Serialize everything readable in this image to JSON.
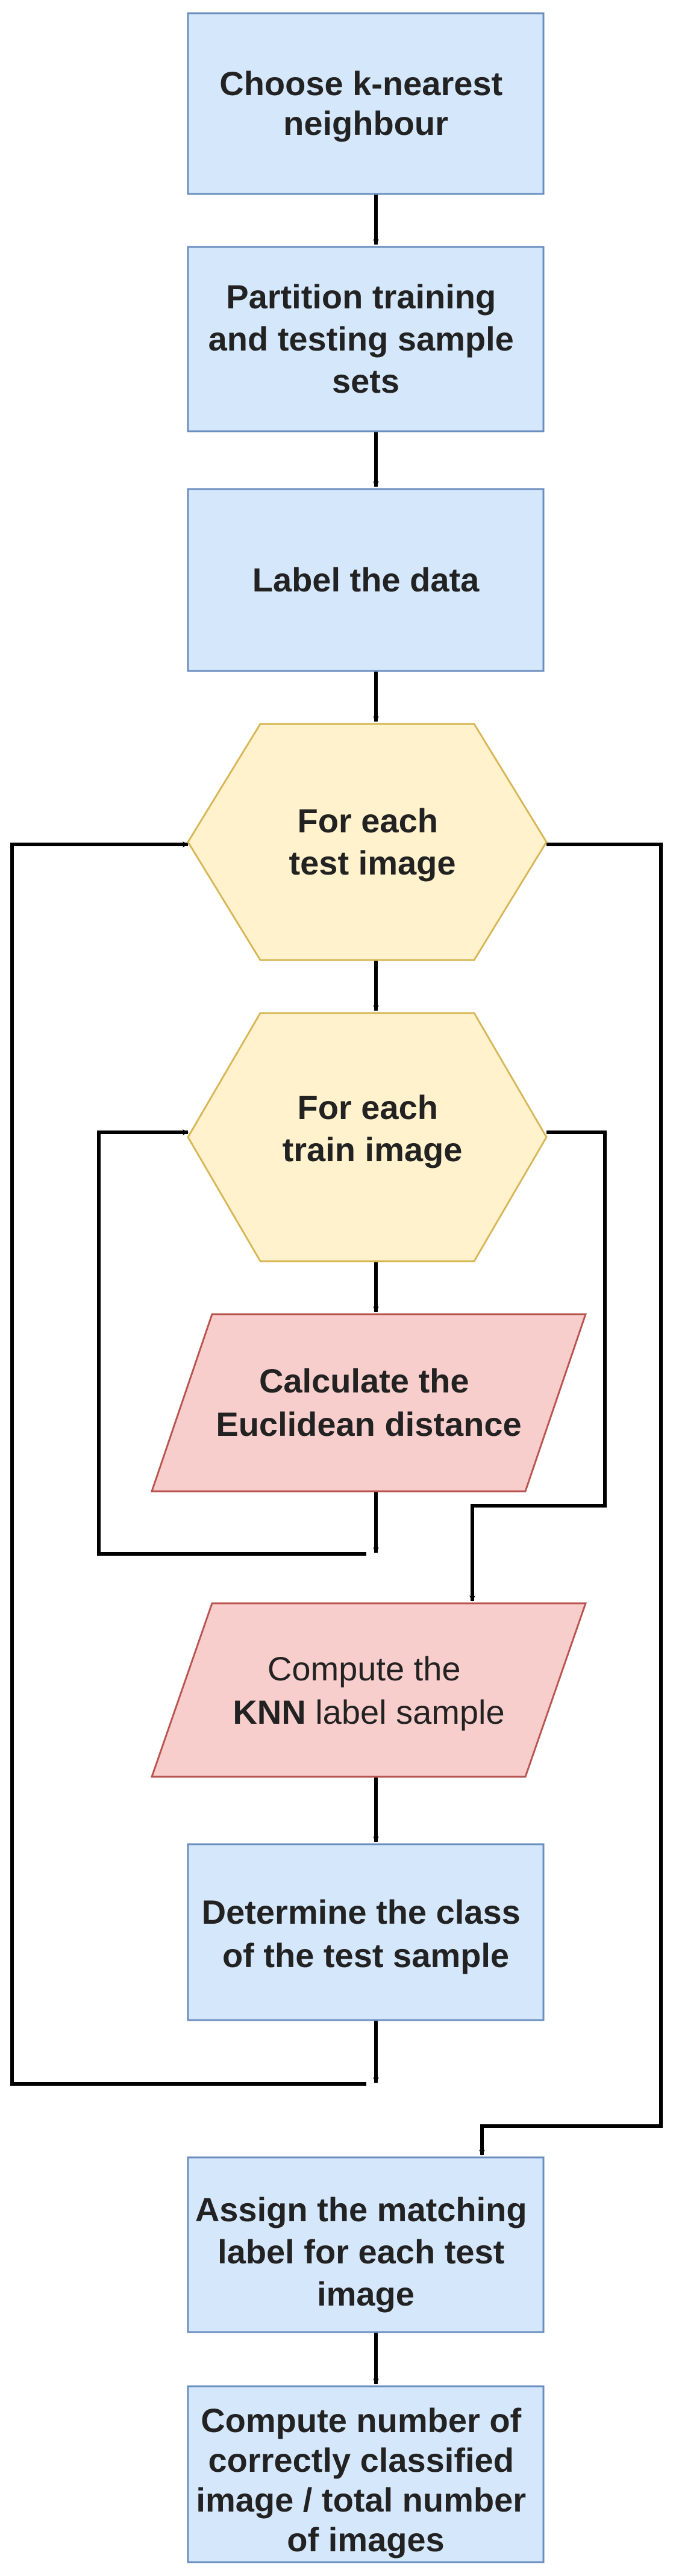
{
  "colors": {
    "process_fill": "#d5e8fb",
    "process_stroke": "#6c8ebf",
    "loop_fill": "#fff2cc",
    "loop_stroke": "#d6b656",
    "io_fill": "#f8cecc",
    "io_stroke": "#b85450",
    "edge": "#000000",
    "text": "#222222"
  },
  "nodes": {
    "choose_knn": {
      "line1": "Choose k-nearest",
      "line2": "neighbour"
    },
    "partition": {
      "line1": "Partition training",
      "line2": "and testing sample",
      "line3": "sets"
    },
    "label_data": {
      "line1": "Label the data"
    },
    "for_each_test": {
      "line1": "For each",
      "line2": "test image"
    },
    "for_each_train": {
      "line1": "For each",
      "line2": "train image"
    },
    "calc_distance": {
      "line1": "Calculate the",
      "line2": "Euclidean distance"
    },
    "compute_knn": {
      "line1": "Compute the",
      "line2_bold": "KNN",
      "line2_rest": " label sample"
    },
    "determine_class": {
      "line1": "Determine the class",
      "line2": "of the test sample"
    },
    "assign_label": {
      "line1": "Assign the matching",
      "line2": "label for each test",
      "line3": "image"
    },
    "compute_accuracy": {
      "line1": "Compute number of",
      "line2": "correctly classified",
      "line3": "image / total number",
      "line4": "of images"
    }
  }
}
